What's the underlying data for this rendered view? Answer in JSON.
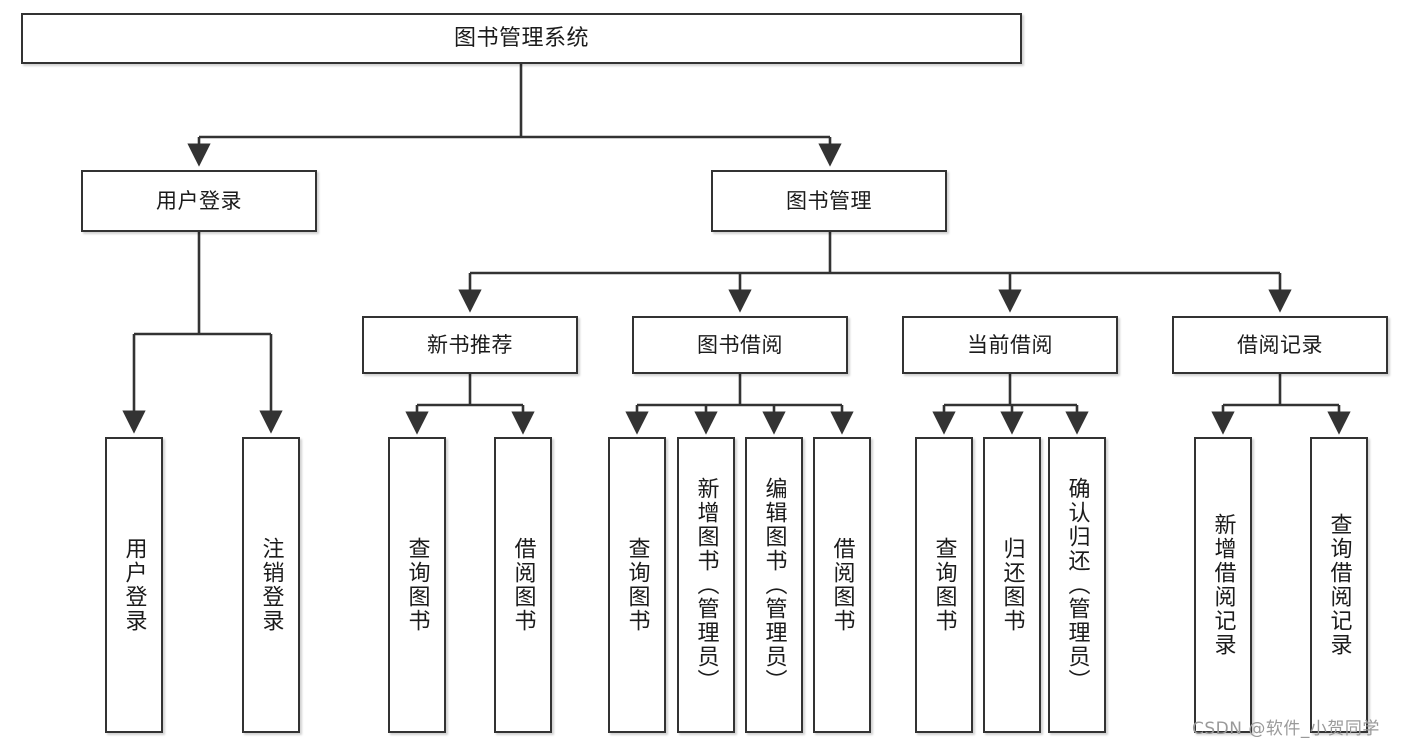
{
  "diagram": {
    "title": "图书管理系统",
    "type": "tree-hierarchy-chart",
    "root": {
      "label": "图书管理系统"
    },
    "level2": [
      {
        "label": "用户登录"
      },
      {
        "label": "图书管理"
      }
    ],
    "level3": [
      {
        "label": "新书推荐"
      },
      {
        "label": "图书借阅"
      },
      {
        "label": "当前借阅"
      },
      {
        "label": "借阅记录"
      }
    ],
    "leaves": {
      "user_login": [
        {
          "label": "用户登录"
        },
        {
          "label": "注销登录"
        }
      ],
      "new_book_recommend": [
        {
          "label": "查询图书"
        },
        {
          "label": "借阅图书"
        }
      ],
      "book_borrow": [
        {
          "label": "查询图书"
        },
        {
          "label": "新增图书（管理员）"
        },
        {
          "label": "编辑图书（管理员）"
        },
        {
          "label": "借阅图书"
        }
      ],
      "current_borrow": [
        {
          "label": "查询图书"
        },
        {
          "label": "归还图书"
        },
        {
          "label": "确认归还（管理员）"
        }
      ],
      "borrow_record": [
        {
          "label": "新增借阅记录"
        },
        {
          "label": "查询借阅记录"
        }
      ]
    }
  },
  "watermark": {
    "text": "CSDN @软件_小贺同学"
  },
  "colors": {
    "border": "#333333",
    "text": "#1b1b1b",
    "background": "#ffffff",
    "watermark": "#9a9a9a"
  }
}
